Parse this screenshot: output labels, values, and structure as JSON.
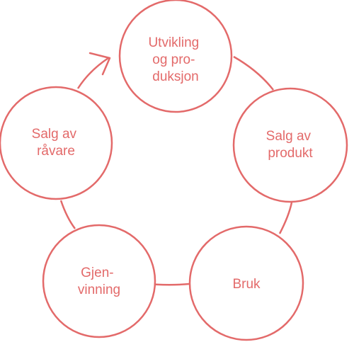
{
  "colors": {
    "accent": "#e36a6a",
    "background": "#ffffff"
  },
  "diagram": {
    "type": "cycle",
    "direction": "clockwise",
    "arrow": "into first node",
    "nodes": [
      {
        "id": "utvikling",
        "lines": [
          "Utvikling",
          "og pro-",
          "duksjon"
        ]
      },
      {
        "id": "salg-produkt",
        "lines": [
          "Salg av",
          "produkt"
        ]
      },
      {
        "id": "bruk",
        "lines": [
          "Bruk"
        ]
      },
      {
        "id": "gjenvinning",
        "lines": [
          "Gjen-",
          "vinning"
        ]
      },
      {
        "id": "salg-ravare",
        "lines": [
          "Salg av",
          "råvare"
        ]
      }
    ]
  }
}
